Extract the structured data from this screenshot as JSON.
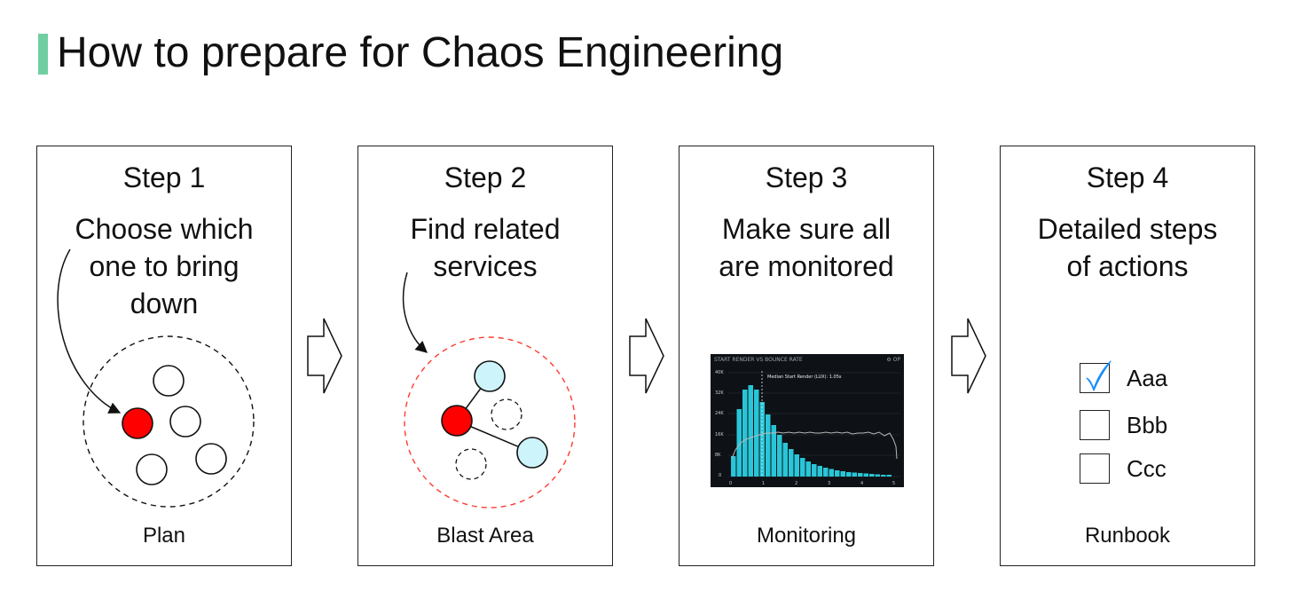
{
  "title": "How to prepare for Chaos Engineering",
  "accent_color": "#6fcfa0",
  "steps": [
    {
      "heading": "Step 1",
      "description_lines": [
        "Choose which",
        "one to bring",
        "down"
      ],
      "caption": "Plan"
    },
    {
      "heading": "Step 2",
      "description_lines": [
        "Find related",
        "services"
      ],
      "caption": "Blast Area"
    },
    {
      "heading": "Step 3",
      "description_lines": [
        "Make sure all",
        "are monitored"
      ],
      "caption": "Monitoring"
    },
    {
      "heading": "Step 4",
      "description_lines": [
        "Detailed steps",
        "of actions"
      ],
      "caption": "Runbook"
    }
  ],
  "flow_arrow_icon": "hollow-right-arrow-icon",
  "plan_diagram": {
    "target_color": "#ff0000",
    "boundary_style": "dashed black"
  },
  "blast_diagram": {
    "boundary_color": "#ff3b30",
    "related_color": "#cdf3fb"
  },
  "monitoring_chart": {
    "header": "START RENDER VS BOUNCE RATE",
    "options": "⚙ OP",
    "marker_label": "Median Start Render (LUX): 1.05s",
    "y_ticks": [
      "40K",
      "32K",
      "24K",
      "16K",
      "8K",
      "0"
    ],
    "x_ticks": [
      "0",
      "1",
      "2",
      "3",
      "4",
      "5"
    ],
    "bar_color": "#29c5d8",
    "line_color": "#b8b8b8",
    "background": "#0e1216"
  },
  "runbook": {
    "items": [
      {
        "label": "Aaa",
        "checked": true
      },
      {
        "label": "Bbb",
        "checked": false
      },
      {
        "label": "Ccc",
        "checked": false
      }
    ],
    "check_color": "#1a8cff"
  }
}
